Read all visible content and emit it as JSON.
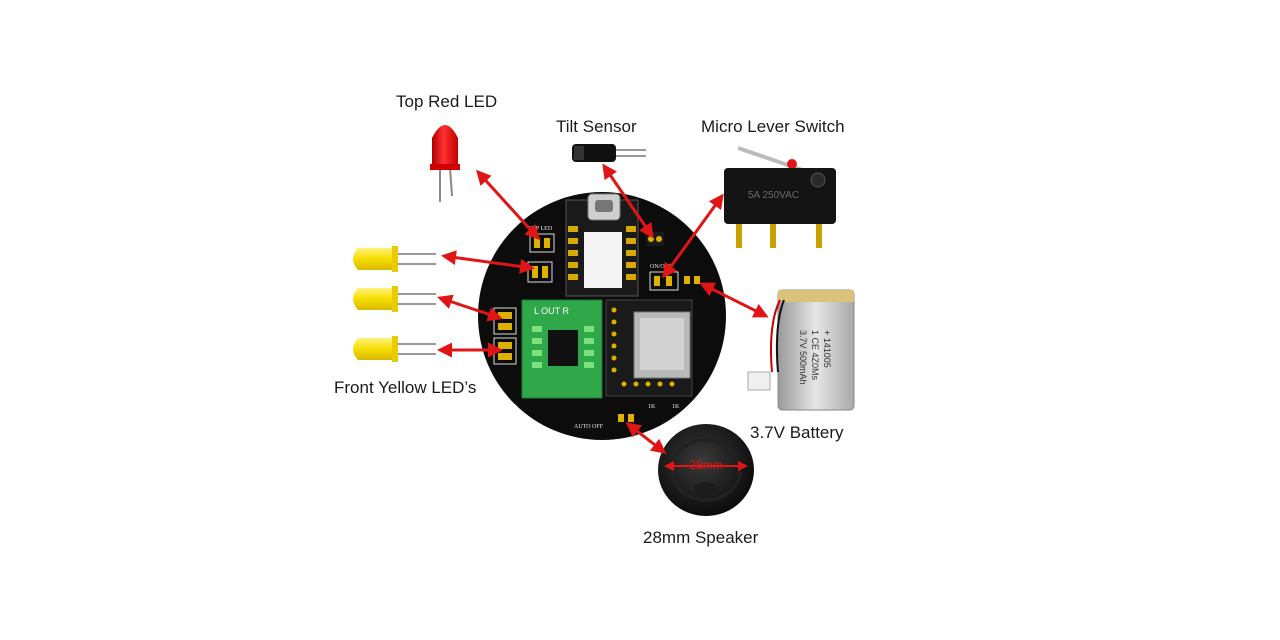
{
  "labels": {
    "top_red_led": "Top Red LED",
    "tilt_sensor": "Tilt Sensor",
    "micro_lever_switch": "Micro Lever Switch",
    "front_yellow_leds": "Front Yellow LED’s",
    "battery": "3.7V Battery",
    "speaker": "28mm Speaker"
  },
  "speaker_marking": "28mm",
  "switch_marking": "5A 250VAC",
  "amp_marking": "L OUT R",
  "board_silk": {
    "top_led": "TOP LED",
    "onoff": "ON/OFF",
    "auto_off": "AUTO OFF",
    "r1k_a": "1K",
    "r1k_b": "1K"
  },
  "battery_marking": [
    "3.7V 500mAh",
    "1 CE 4Z0Ms",
    "+ 141005"
  ],
  "colors": {
    "arrow": "#e01515",
    "board": "#0c0c0c",
    "red_led": "#f01010",
    "yellow_led": "#f5e000",
    "amp_pcb": "#2fa84a"
  }
}
